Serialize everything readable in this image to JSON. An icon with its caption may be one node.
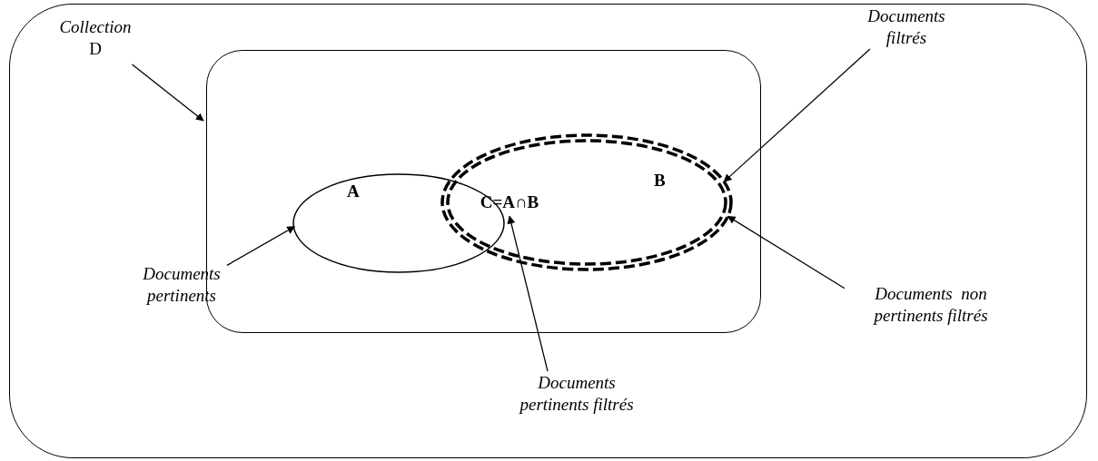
{
  "diagram": {
    "nodes": [
      {
        "text": [
          "Collection",
          "D"
        ]
      },
      {
        "text": [],
        "shape": "box"
      },
      {
        "text": [
          "A"
        ],
        "in": 1
      },
      {
        "text": [
          "B"
        ],
        "in": 1
      },
      {
        "text": [
          "C=A∩B"
        ],
        "in": 3
      },
      {
        "text": [
          "Documents filtrés"
        ]
      },
      {
        "text": [
          "Documents pertinents"
        ]
      },
      {
        "text": [
          "Documents  non pertinents filtrés"
        ]
      },
      {
        "text": [
          "Documents pertinents filtrés"
        ]
      }
    ],
    "edges": [
      {
        "from": 0,
        "to": 1,
        "arrow": "to"
      },
      {
        "from": 5,
        "to": 3,
        "arrow": "to"
      },
      {
        "from": 6,
        "to": 2,
        "arrow": "to"
      },
      {
        "from": 7,
        "to": 3,
        "arrow": "to"
      },
      {
        "from": 8,
        "to": 4,
        "arrow": "to"
      }
    ]
  }
}
